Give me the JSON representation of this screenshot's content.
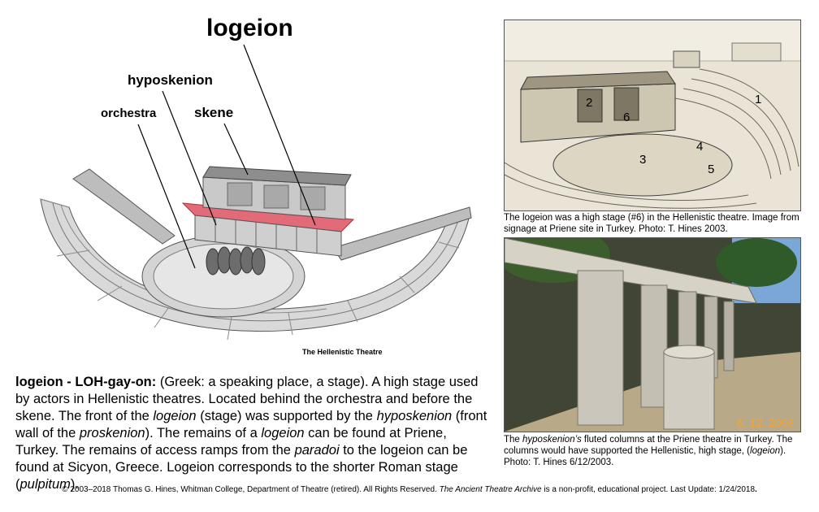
{
  "labels": {
    "logeion": "logeion",
    "hyposkenion": "hyposkenion",
    "orchestra": "orchestra",
    "skene": "skene",
    "diagram_caption": "The Hellenistic Theatre"
  },
  "definition": {
    "term": "logeion - LOH-gay-on:",
    "p1": " (Greek: a speaking place, a stage). A high stage used by actors in Hellenistic theatres. Located behind the orchestra and before the skene. The front of the ",
    "i1": "logeion",
    "p2": " (stage) was supported by the ",
    "i2": "hyposkenion",
    "p3": " (front wall of the ",
    "i3": "proskenion",
    "p4": "). The remains of a ",
    "i4": "logeion",
    "p5": " can be found at Priene, Turkey. The remains of access ramps from the ",
    "i5": "paradoi",
    "p6": " to the logeion can be found at Sicyon, Greece. Logeion corresponds to the shorter Roman stage (",
    "i6": "pulpitum",
    "p7": ")."
  },
  "sketch": {
    "numbers": [
      "1",
      "2",
      "3",
      "4",
      "5",
      "6"
    ],
    "caption": "The logeion was a high stage (#6) in the Hellenistic theatre. Image from signage at Priene site in Turkey. Photo: T. Hines 2003."
  },
  "photo": {
    "date_stamp": "6. 12. 2003",
    "caption_pre": "The ",
    "caption_i1": "hyposkenion’s",
    "caption_mid": " fluted columns at the Priene theatre in Turkey. The columns would have supported the Hellenistic, high stage, (",
    "caption_i2": "logeion",
    "caption_post": "). Photo: T. Hines 6/12/2003."
  },
  "footer": {
    "pre": "© 2003–2018 Thomas G. Hines, Whitman College, Department of Theatre (retired). All Rights Reserved. ",
    "italic": "The Ancient Theatre Archive",
    "post": " is a non-profit, educational project. Last Update: 1/24/2018",
    "end": "."
  },
  "colors": {
    "stage": "#e36a78",
    "stone": "#c9c9c9",
    "photo_sky": "#7aa7d6",
    "date_stamp": "#f2a33a"
  }
}
